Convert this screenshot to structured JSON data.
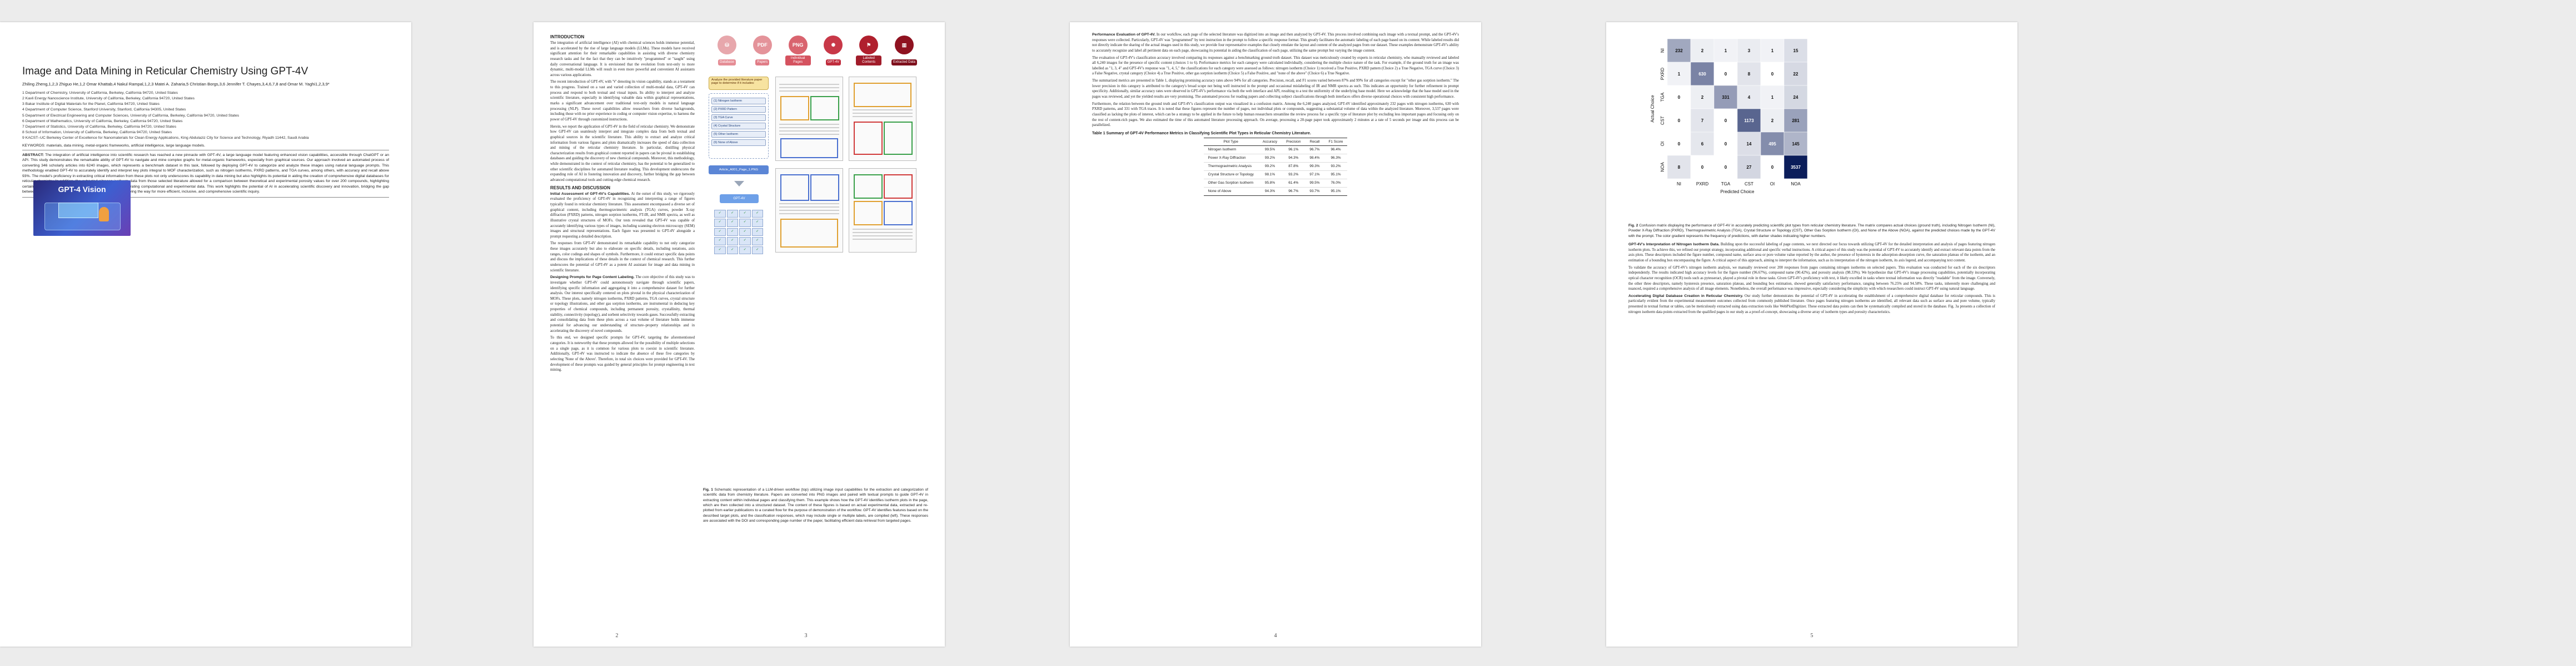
{
  "pages": {
    "p1": {
      "number": "",
      "title": "Image and Data Mining in Reticular Chemistry Using GPT-4V",
      "authors": "Zhiling Zheng,1,2,3 Zhiguo He,1,2 Omar Khattab,4 Nakul Rampal,1,2,3 Matei A. Zaharia,5 Christian Borgs,3,6 Jennifer T. Chayes,3,4,6,7,8 and Omar M. Yaghi1,2,3,9*",
      "affiliations": [
        "1 Department of Chemistry, University of California, Berkeley, California 94720, United States",
        "2 Kavli Energy Nanoscience Institute, University of California, Berkeley, California 94720, United States",
        "3 Bakar Institute of Digital Materials for the Planet, California 94720, United States",
        "4 Department of Computer Science, Stanford University, Stanford, California 94305, United States",
        "5 Department of Electrical Engineering and Computer Sciences, University of California, Berkeley, California 94720, United States",
        "6 Department of Mathematics, University of California, Berkeley, California 94720, United States",
        "7 Department of Statistics, University of California, Berkeley, California 94720, United States",
        "8 School of Information, University of California, Berkeley, California 94720, United States",
        "9 KACST–UC Berkeley Center of Excellence for Nanomaterials for Clean Energy Applications, King Abdulaziz City for Science and Technology, Riyadh 11442, Saudi Arabia"
      ],
      "keywords": "KEYWORDS: materials, data mining, metal-organic frameworks, artificial intelligence, large language models.",
      "abstract_label": "ABSTRACT:",
      "abstract": "The integration of artificial intelligence into scientific research has reached a new pinnacle with GPT-4V, a large language model featuring enhanced vision capabilities, accessible through ChatGPT or an API. This study demonstrates the remarkable ability of GPT-4V to navigate and mine complex graphs for metal-organic frameworks, especially from graphical sources. Our approach involved an automated process of converting 346 scholarly articles into 6240 images, which represents a benchmark dataset in this task, followed by deploying GPT-4V to categorize and analyze these images using natural language prompts. This methodology enabled GPT-4V to accurately identify and interpret key plots integral to MOF characterization, such as nitrogen isotherms, PXRD patterns, and TGA curves, among others, with accuracy and recall above 93%. The model's proficiency in extracting critical information from these plots not only underscores its capability in data mining but also highlights its potential in aiding the creation of comprehensive digital databases for reticular chemistry. In addition, the extracted nitrogen isotherm data from those selected literature allowed for a comparison between theoretical and experimental porosity values for over 200 compounds, highlighting certain discrepancies and underscoring the importance of integrating computational and experimental data. This work highlights the potential of AI in accelerating scientific discovery and innovation, bridging the gap between computational tools and experimental research, and paving the way for more efficient, inclusive, and comprehensive scientific inquiry.",
      "toc_title": "GPT-4 Vision"
    },
    "p2": {
      "number": "2",
      "intro_heading": "INTRODUCTION",
      "intro_1": "The integration of artificial intelligence (AI) with chemical sciences holds immense potential, and is accelerated by the rise of large language models (LLMs). These models have received significant attention for their remarkable capabilities in assisting with diverse chemistry research tasks and for the fact that they can be intuitively \"programmed\" or \"taught\" using daily conversational language. It is envisioned that the evolution from text-only to more dynamic, multi-modal LLMs will result in even more powerful and convenient AI assistants across various applications.",
      "intro_2": "The recent introduction of GPT-4V, with 'V' denoting its vision capability, stands as a testament to this progress. Trained on a vast and varied collection of multi-modal data, GPT-4V can process and respond to both textual and visual inputs. Its ability to interpret and analyze scientific literature, especially in identifying valuable data within graphical representations, marks a significant advancement over traditional text-only models in natural language processing (NLP). These novel capabilities allow researchers from diverse backgrounds, including those with no prior experience in coding or computer vision expertise, to harness the power of GPT-4V through customized instructions.",
      "intro_3": "Herein, we report the application of GPT-4V in the field of reticular chemistry. We demonstrate how GPT-4V can seamlessly interpret and integrate complex data from both textual and graphical sources in the scientific literature. This ability to extract and analyze critical information from various figures and plots dramatically increases the speed of data collection and mining of the reticular chemistry literature. In particular, distilling physical characterization results from graphical content reported in papers can be pivotal in establishing databases and guiding the discovery of new chemical compounds. Moreover, this methodology, while demonstrated in the context of reticular chemistry, has the potential to be generalized to other scientific disciplines for automated literature reading. This development underscores the expanding role of AI in fostering innovation and discovery, further bridging the gap between advanced computational tools and cutting-edge chemical research.",
      "results_heading": "RESULTS AND DISCUSSION",
      "results_1_bold": "Initial Assessment of GPT-4V's Capabilities.",
      "results_1": "At the outset of this study, we rigorously evaluated the proficiency of GPT-4V in recognizing and interpreting a range of figures typically found in reticular chemistry literature. This assessment encompassed a diverse set of graphical content, including thermogravimetric analysis (TGA) curves, powder X-ray diffraction (PXRD) patterns, nitrogen sorption isotherms, FT-IR, and NMR spectra, as well as illustrative crystal structures of MOFs. Our tests revealed that GPT-4V was capable of accurately identifying various types of images, including scanning electron microscopy (SEM) images and structural representations. Each figure was presented to GPT-4V alongside a prompt requesting a detailed description.",
      "results_2": "The responses from GPT-4V demonstrated its remarkable capability to not only categorize these images accurately but also to elaborate on specific details, including notations, axis ranges, color codings and shapes of symbols. Furthermore, it could extract specific data points and discuss the implications of these details in the context of chemical research. This further underscores the potential of GPT-4V as a potent AI assistant for image and data mining in scientific literature.",
      "design_bold": "Designing Prompts for Page Content Labeling.",
      "design_1": "The core objective of this study was to investigate whether GPT-4V could autonomously navigate through scientific papers, identifying specific information and aggregating it into a comprehensive dataset for further analysis. Our interest specifically centered on plots pivotal in the physical characterization of MOFs. These plots, namely nitrogen isotherms, PXRD patterns, TGA curves, crystal structure or topology illustrations, and other gas sorption isotherms, are instrumental in deducing key properties of chemical compounds, including permanent porosity, crystallinity, thermal stability, connectivity (topology), and sorbent selectivity towards gases. Successfully extracting and consolidating data from these plots across a vast volume of literature holds immense potential for advancing our understanding of structure–property relationships and in accelerating the discovery of novel compounds.",
      "design_2": "To this end, we designed specific prompts for GPT-4V, targeting the aforementioned categories. It is noteworthy that these prompts allowed for the possibility of multiple selections on a single page, as it is common for various plots to coexist in scientific literature. Additionally, GPT-4V was instructed to indicate the absence of these five categories by selecting 'None of the Above'. Therefore, in total six choices were provided for GPT-4V. The development of these prompts was guided by general principles for prompt engineering in text mining.",
      "fig_labels": [
        "Database",
        "Papers",
        "Individual Pages",
        "GPT-4V",
        "Labeled Contents",
        "Extracted Data"
      ],
      "fig_prompt": "Analyze the provided literature paper page to determine if it includes:",
      "fig_choices": [
        "(1) Nitrogen Isotherm",
        "(2) PXRD Pattern",
        "(3) TGA Curve",
        "(4) Crystal Structure",
        "(5) Other Isotherm",
        "(6) None of Above"
      ],
      "fig_upload": "Article_A001_Page_1.PNG",
      "fig_gpt": "GPT-4V",
      "caption_bold": "Fig. 1",
      "caption": "Schematic representation of a LLM-driven workflow (top) utilizing image input capabilities for the extraction and categorization of scientific data from chemistry literature. Papers are converted into PNG images and paired with textual prompts to guide GPT-4V in extracting content within individual pages and classifying them. This example shows how the GPT-4V identifies isotherm plots in the page, which are then collected into a structured dataset. The content of these figures is based on actual experimental data, extracted and re-plotted from earlier publications to a curated flow for the purpose of demonstration of the workflow. GPT-4V identifies features based on the described target plots, and the classification responses, which may include single or multiple labels, are compiled (left). These responses are associated with the DOI and corresponding page number of the paper, facilitating efficient data retrieval from targeted pages."
    },
    "p3": {
      "number": "4",
      "eval_bold": "Performance Evaluation of GPT-4V.",
      "eval_1": "In our workflow, each page of the selected literature was digitized into an image and then analyzed by GPT-4V. This process involved combining each image with a textual prompt, and the GPT-4V's responses were collected. Particularly, GPT-4V was \"programmed\" by text instruction in the prompt to follow a specific response format. This greatly facilitates the automatic labeling of each page based on its content. While labeled results did not directly indicate the sharing of the actual images used in this study, we provide four representative examples that closely emulate the layout and content of the analyzed pages from our dataset. These examples demonstrate GPT-4V's ability to accurately recognize and label all pertinent data on each page, showcasing its potential in aiding the classification of each page, utilizing the same prompt but varying the image content.",
      "eval_2": "The evaluation of GPT-4V's classification accuracy involved comparing its responses against a benchmarking ground truth dataset. This dataset was meticulously created by experts in reticular chemistry, who manually reviewed and labeled all 6,240 images for the presence of specific content (choices 1 to 6). Performance metrics for each category were calculated individually, considering the multiple choice nature of the task. For example, if the ground truth for an image was labelled as \"1, 3, 4\" and GPT-4V's response was \"1, 4, 5,\" the classifications for each category were assessed as follows: nitrogen isotherm (Choice 1) received a True Positive, PXRD pattern (Choice 2) a True Negative, TGA curve (Choice 3) a False Negative, crystal category (Choice 4) a True Positive, other gas sorption isotherm (Choice 5) a False Positive, and \"none of the above\" (Choice 6) a True Negative.",
      "eval_3": "The summarized metrics are presented in Table 1, displaying promising accuracy rates above 94% for all categories. Precision, recall, and F1 scores varied between 87% and 99% for all categories except for \"other gas sorption isotherm.\" The lower precision in this category is attributed to the category's broad scope not being well instructed in the prompt and occasional mislabeling of IR and NMR spectra as such. This indicates an opportunity for further refinement in prompt specificity. Additionally, similar accuracy rates were observed in GPT-4V's performance via both the web interface and API, resulting to a test the uniformity of the underlying base model. Here we acknowledge that the base model used in the pages was reviewed, and yet the yielded results are very promising. The automated process for reading papers and collecting subject classifications through both interfaces offers diverse operational choices with consistent high performance.",
      "eval_4": "Furthermore, the relation between the ground truth and GPT-4V's classification output was visualized in a confusion matrix. Among the 6,240 pages analyzed, GPT-4V identified approximately 232 pages with nitrogen isotherms, 630 with PXRD patterns, and 331 with TGA traces. It is noted that these figures represent the number of pages, not individual plots or compounds, suggesting a substantial volume of data within the analyzed literature. Moreover, 3,537 pages were classified as lacking the plots of interest, which can be a strategy to be applied in the future to help human researchers streamline the review process for a specific type of literature plot by excluding less important pages and focusing only on the rest of content-rich pages. We also estimated the time of this automated literature processing approach. On average, processing a 20-page paper took approximately 2 minutes at a rate of 5 seconds per image and this process can be parallelized.",
      "table_title": "Table 1 Summary of GPT-4V Performance Metrics in Classifying Scientific Plot Types in Reticular Chemistry Literature.",
      "table_headers": [
        "Plot Type",
        "Accuracy",
        "Precision",
        "Recall",
        "F1 Score"
      ],
      "table_rows": [
        [
          "Nitrogen Isotherm",
          "99.5%",
          "96.1%",
          "96.7%",
          "96.4%"
        ],
        [
          "Power X-Ray Diffraction",
          "99.2%",
          "94.3%",
          "98.4%",
          "96.3%"
        ],
        [
          "Thermogravimetric Analysis",
          "99.2%",
          "87.8%",
          "99.3%",
          "93.2%"
        ],
        [
          "Crystal Structure or Topology",
          "98.1%",
          "93.2%",
          "97.1%",
          "95.1%"
        ],
        [
          "Other Gas Sorption Isotherm",
          "95.8%",
          "61.4%",
          "99.5%",
          "76.0%"
        ],
        [
          "None of Above",
          "94.3%",
          "96.7%",
          "93.7%",
          "95.1%"
        ]
      ]
    },
    "p4": {
      "number": "5",
      "caption_bold": "Fig. 2",
      "caption": "Confusion matrix displaying the performance of GPT-4V in accurately predicting scientific plot types from reticular chemistry literature. The matrix compares actual choices (ground truth), including Nitrogen Isotherm (NI), Powder X-Ray Diffraction (PXRD), Thermogravimetric Analysis (TGA), Crystal Structure or Topology (CST), Other Gas Sorption Isotherm (OI), and None of the Above (NOA), against the predicted choices made by the GPT-4V with the prompt. The color gradient represents the frequency of predictions, with darker shades indicating higher numbers.",
      "interp_bold": "GPT-4V's Interpretation of Nitrogen Isotherm Data.",
      "interp_1": "Building upon the successful labeling of page contents, we next directed our focus towards utilizing GPT-4V for the detailed interpretation and analysis of pages featuring nitrogen isotherm plots. To achieve this, we refined our prompt strategy, incorporating additional and specific verbal instructions. A critical aspect of this study was the potential of GPT-4V to accurately identify and extract relevant data points from the axis plots. These descriptors included the figure number, compound name, surface area or pore volume value reported by the author, the presence of hysteresis in the adsorption-desorption curve, the saturation plateau of the isotherm, and an estimation of a bounding box encompassing the figure. A critical aspect of this approach, aiming to interpret the information, such as its interpretation of the nitrogen isotherm, its axis legend, and accompanying text content.",
      "interp_2": "To validate the accuracy of GPT-4V's nitrogen isotherm analysis, we manually reviewed over 200 responses from pages containing nitrogen isotherms on selected papers. This evaluation was conducted for each of the six descriptors independently. The results indicated high accuracy levels for the figure number (96.67%), compound name (90.42%), and porosity analysis (98.33%). We hypothesize that GPT-4V's image processing capabilities, potentially incorporating optical character recognition (OCR) tools such as pytesseract, played a pivotal role in these tasks. Given GPT-4V's proficiency with text, it likely excelled in tasks where textual information was directly \"readable\" from the image. Conversely, the other three descriptors, namely hysteresis presence, saturation plateau, and bounding box estimation, showed generally satisfactory performance, ranging between 76.25% and 94.58%. These tasks, inherently more challenging and nuanced, required a comprehensive analysis of all image elements. Nonetheless, the overall performance was impressive, especially considering the simplicity with which researchers could instruct GPT-4V using natural language.",
      "accel_bold": "Accelerating Digital Database Creation in Reticular Chemistry.",
      "accel_1": "Our study further demonstrates the potential of GPT-4V in accelerating the establishment of a comprehensive digital database for reticular compounds. This is particularly evident from the experimental measurement outcomes collected from commonly published literature. Once pages featuring nitrogen isotherms are identified, all relevant data such as surface area and pore volume, typically presented in textual format or tables, can be meticulously extracted using data extraction tools like WebPlotDigitizer. These extracted data points can then be systematically compiled and stored in the database. Fig. 3a presents a collection of nitrogen isotherm data points extracted from the qualified pages in our study as a proof-of-concept, showcasing a diverse array of isotherm types and porosity characteristics."
    }
  },
  "chart_data": {
    "type": "heatmap",
    "title": "",
    "xlabel": "Predicted Choice",
    "ylabel": "Actual Choice",
    "categories": [
      "NI",
      "PXRD",
      "TGA",
      "CST",
      "OI",
      "NOA"
    ],
    "matrix": [
      [
        232,
        2,
        1,
        3,
        1,
        15
      ],
      [
        1,
        630,
        0,
        8,
        0,
        22
      ],
      [
        0,
        2,
        331,
        4,
        1,
        24
      ],
      [
        0,
        7,
        0,
        1173,
        2,
        281
      ],
      [
        0,
        6,
        0,
        14,
        495,
        145
      ],
      [
        8,
        0,
        0,
        27,
        0,
        3537
      ]
    ],
    "colors": {
      "low": "#ffffff",
      "high": "#0b1d5a"
    }
  }
}
